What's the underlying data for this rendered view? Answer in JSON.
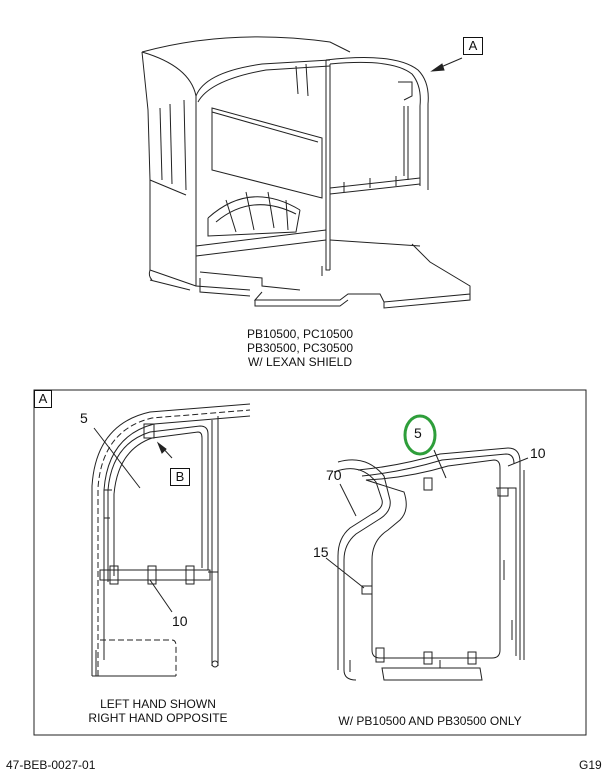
{
  "top_view": {
    "view_ref": "A",
    "caption_lines": [
      "PB10500, PC10500",
      "PB30500, PC30500",
      "W/ LEXAN SHIELD"
    ]
  },
  "detail_a": {
    "frame_label": "A",
    "left_panel": {
      "callouts": {
        "panel": "5",
        "bracket": "10",
        "view_ref": "B"
      },
      "caption_lines": [
        "LEFT HAND SHOWN",
        "RIGHT HAND OPPOSITE"
      ]
    },
    "right_panel": {
      "callouts": {
        "shield": "5",
        "bracket": "10",
        "trim": "70",
        "clip": "15"
      },
      "highlight_color": "#2e9e3a",
      "caption": "W/ PB10500 AND PB30500 ONLY"
    }
  },
  "footer": {
    "doc_id": "47-BEB-0027-01",
    "page": "G19"
  }
}
